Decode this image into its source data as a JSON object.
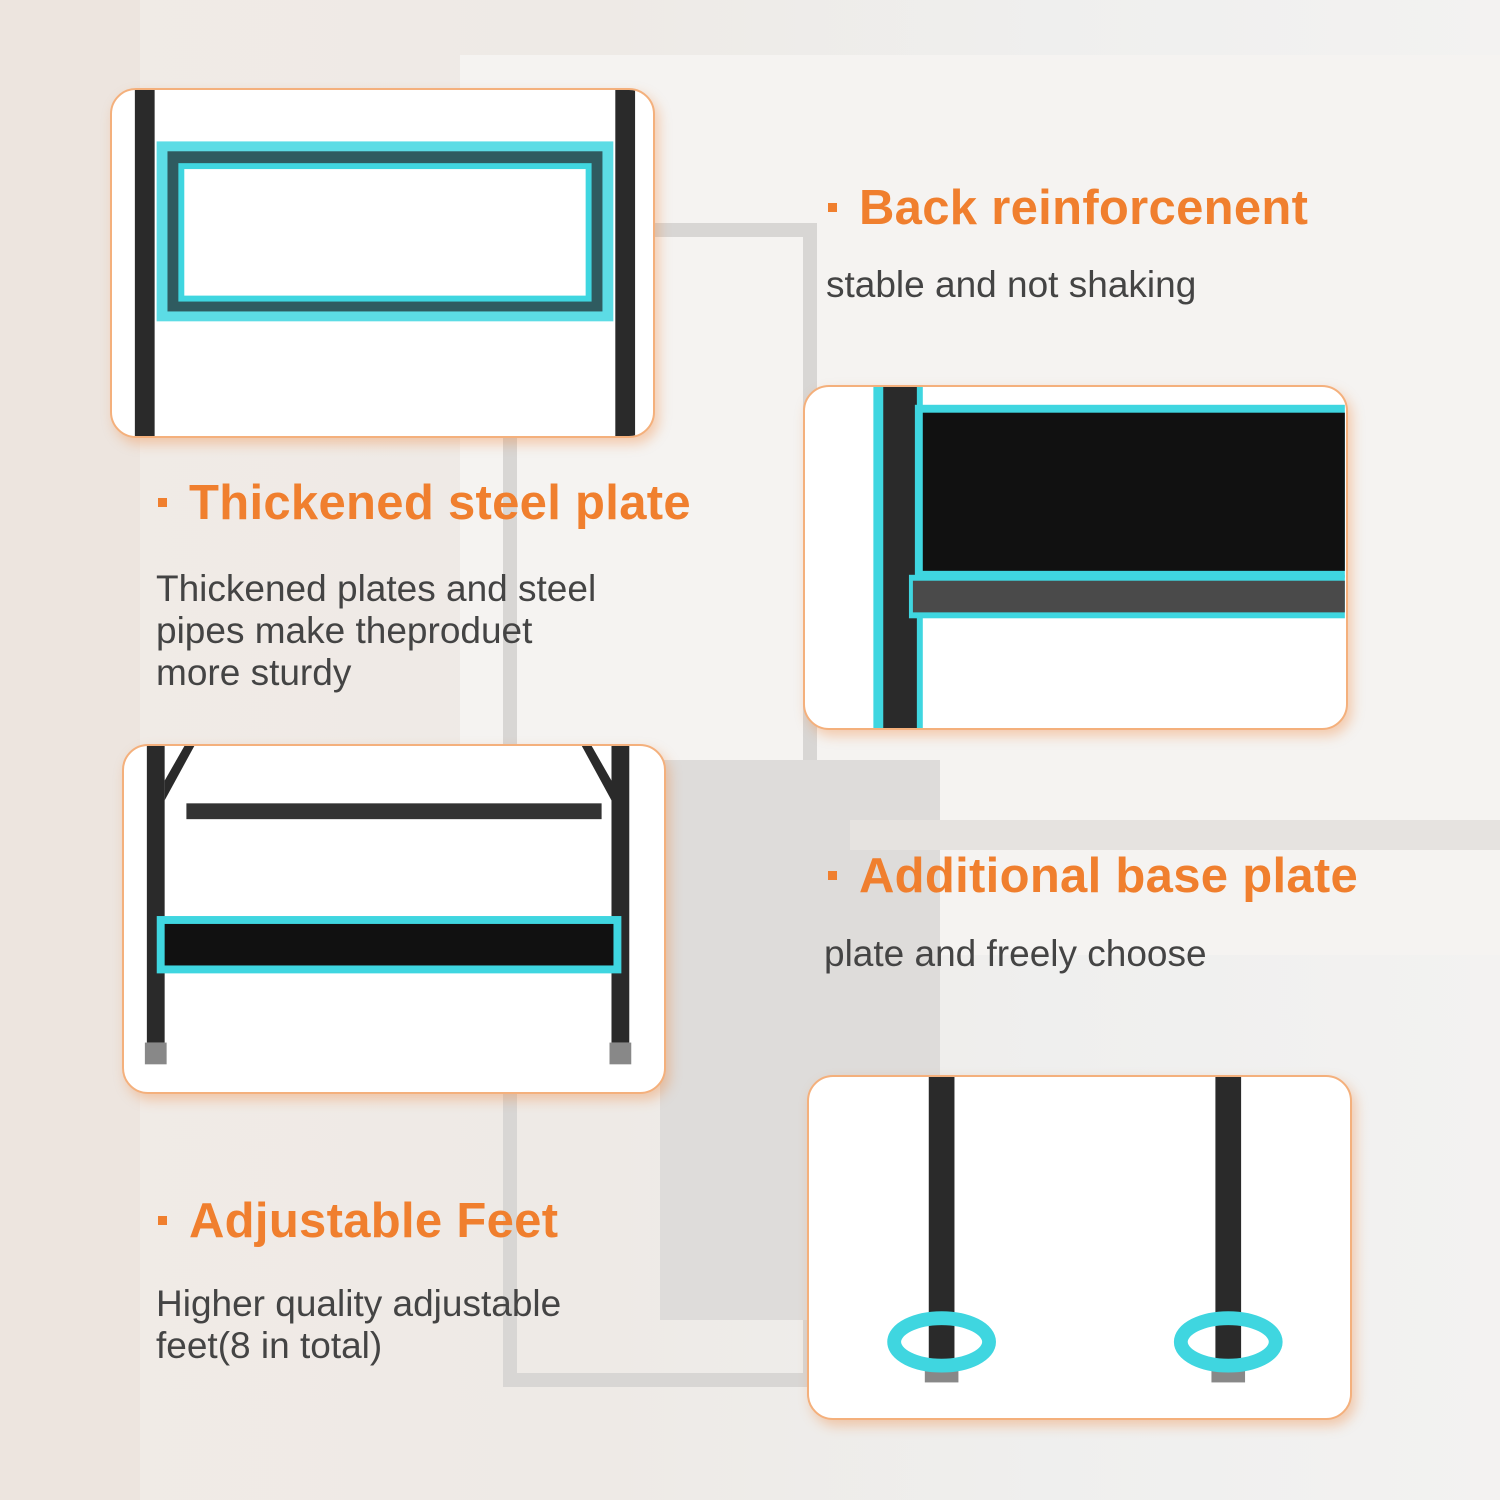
{
  "features": [
    {
      "title": "Back reinforcenent",
      "description": [
        "stable and not shaking"
      ]
    },
    {
      "title": "Thickened steel plate",
      "description": [
        "Thickened plates and steel",
        "pipes make theproduet",
        "more sturdy"
      ]
    },
    {
      "title": "Additional base plate",
      "description": [
        "plate and freely choose"
      ]
    },
    {
      "title": "Adjustable Feet",
      "description": [
        "Higher quality adjustable",
        "feet(8 in total)"
      ]
    }
  ],
  "colors": {
    "accent": "#f07f2e",
    "highlight": "#3fd6e0",
    "text": "#444444"
  }
}
